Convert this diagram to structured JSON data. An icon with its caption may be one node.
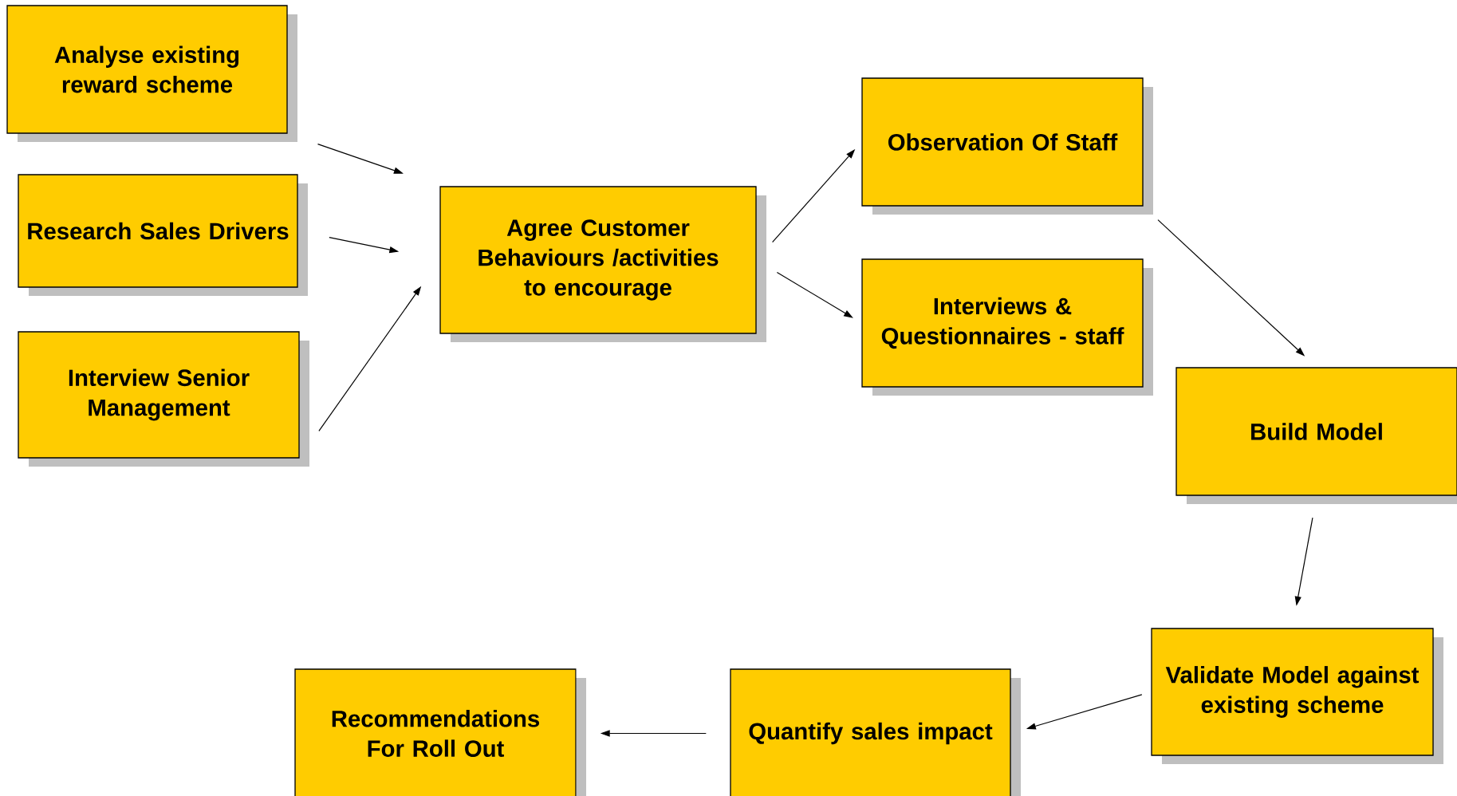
{
  "diagram": {
    "nodes": [
      {
        "text": [
          "Analyse existing reward scheme"
        ]
      },
      {
        "text": [
          "Research Sales Drivers"
        ]
      },
      {
        "text": [
          "Interview Senior Management"
        ]
      },
      {
        "text": [
          "Agree Customer Behaviours /activities to encourage"
        ]
      },
      {
        "text": [
          "Observation Of Staff"
        ]
      },
      {
        "text": [
          "Interviews & Questionnaires - staff"
        ]
      },
      {
        "text": [
          "Build Model"
        ]
      },
      {
        "text": [
          "Validate Model against existing scheme"
        ]
      },
      {
        "text": [
          "Quantify sales impact"
        ]
      },
      {
        "text": [
          "Recommendations For Roll Out"
        ]
      }
    ],
    "edges": [
      {
        "from": 0,
        "to": 3,
        "arrow": "to"
      },
      {
        "from": 1,
        "to": 3,
        "arrow": "to"
      },
      {
        "from": 2,
        "to": 3,
        "arrow": "to"
      },
      {
        "from": 3,
        "to": 4,
        "arrow": "to"
      },
      {
        "from": 3,
        "to": 5,
        "arrow": "to"
      },
      {
        "from": 4,
        "to": 6,
        "arrow": "to"
      },
      {
        "from": 6,
        "to": 7,
        "arrow": "to"
      },
      {
        "from": 7,
        "to": 8,
        "arrow": "to"
      },
      {
        "from": 8,
        "to": 9,
        "arrow": "to"
      }
    ]
  }
}
